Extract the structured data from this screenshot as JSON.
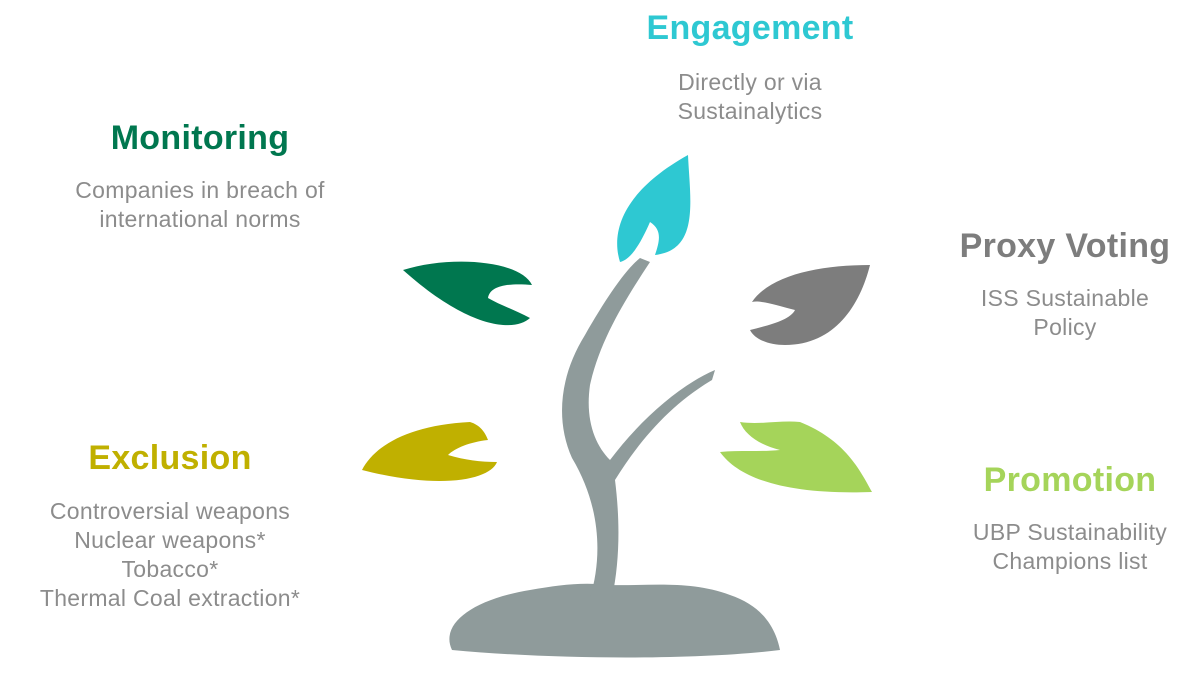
{
  "colors": {
    "engagement": "#2ec8d2",
    "monitoring": "#00774f",
    "proxy_voting": "#7d7d7d",
    "exclusion": "#c0b000",
    "promotion": "#a5d45a",
    "tree": "#8f9b9b",
    "body_text": "#8c8c8c"
  },
  "engagement": {
    "title": "Engagement",
    "lines": [
      "Directly or via",
      "Sustainalytics"
    ]
  },
  "monitoring": {
    "title": "Monitoring",
    "lines": [
      "Companies in breach of",
      "international norms"
    ]
  },
  "proxy_voting": {
    "title": "Proxy Voting",
    "lines": [
      "ISS Sustainable",
      "Policy"
    ]
  },
  "exclusion": {
    "title": "Exclusion",
    "lines": [
      "Controversial weapons",
      "Nuclear weapons*",
      "Tobacco*",
      "Thermal Coal extraction*"
    ]
  },
  "promotion": {
    "title": "Promotion",
    "lines": [
      "UBP Sustainability",
      "Champions list"
    ]
  }
}
